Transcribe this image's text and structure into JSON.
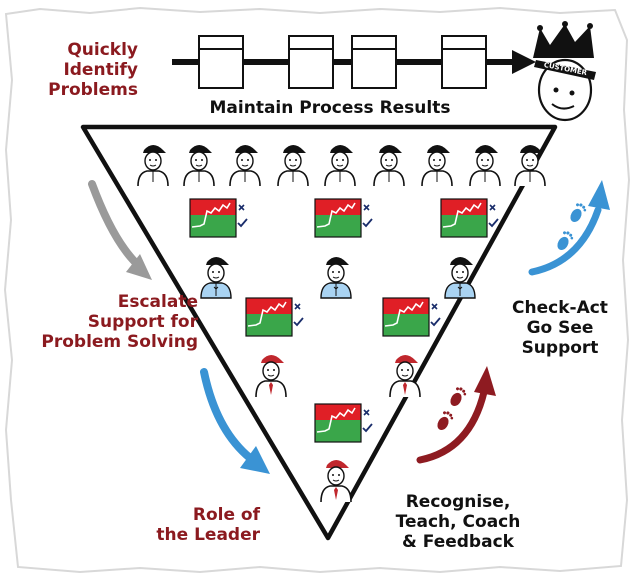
{
  "labels": {
    "identify_1": "Quickly",
    "identify_2": "Identify",
    "identify_3": "Problems",
    "maintain": "Maintain Process Results",
    "escalate_1": "Escalate",
    "escalate_2": "Support for",
    "escalate_3": "Problem Solving",
    "role_1": "Role of",
    "role_2": "the Leader",
    "check_1": "Check-Act",
    "check_2": "Go See",
    "check_3": "Support",
    "recognise_1": "Recognise,",
    "recognise_2": "Teach, Coach",
    "recognise_3": "& Feedback",
    "customer_hat": "CUSTOMER"
  },
  "colors": {
    "accent_red": "#8b1a1f",
    "arrow_grey": "#9a9a9a",
    "arrow_blue": "#3a93d4",
    "arrow_darkred": "#8e1b21",
    "chart_red": "#e01f26",
    "chart_green": "#3aa64a",
    "supervisor_shirt": "#a9d3f2"
  },
  "icons": {
    "process_flow": "process-boxes-arrow",
    "customer": "crowned-smiley-customer",
    "operator": "operator-person-icon",
    "team_leader": "team-leader-person-icon",
    "manager": "manager-tie-person-icon",
    "kpi_board": "kpi-chart-board-icon",
    "footsteps": "footsteps-icon"
  }
}
